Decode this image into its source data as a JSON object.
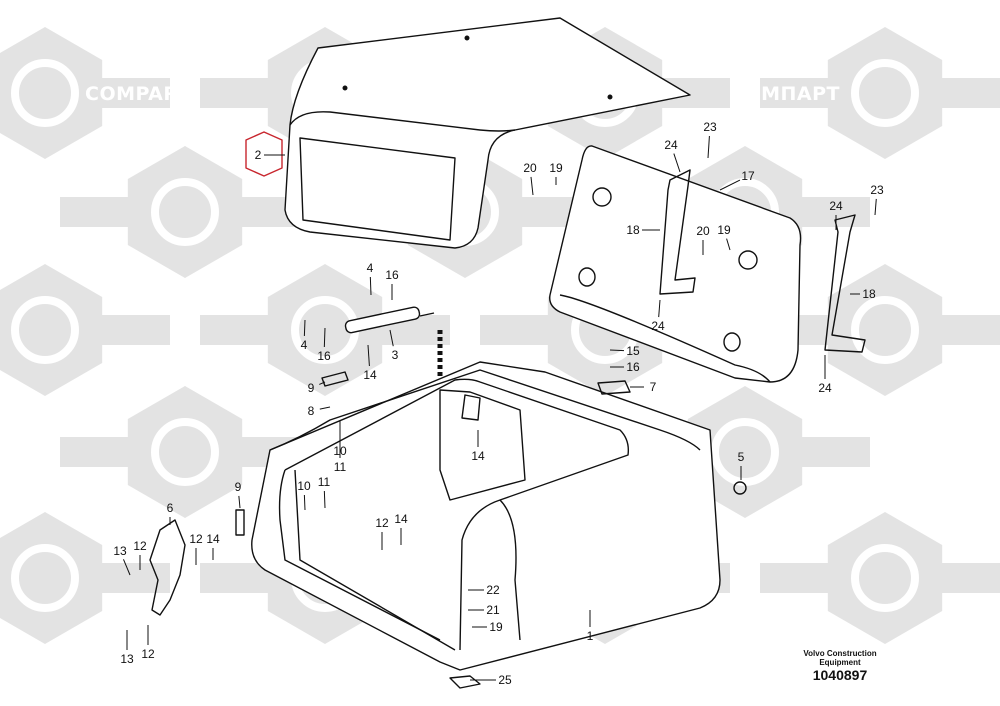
{
  "watermark": {
    "text_ru": "КОМПАРТ",
    "text_en": "COMPART",
    "color": "#e3e3e3"
  },
  "highlight_color": "#c8262e",
  "highlighted_callout": "2",
  "callouts": [
    "23",
    "24",
    "20",
    "19",
    "17",
    "18",
    "20",
    "19",
    "24",
    "23",
    "18",
    "24",
    "24",
    "4",
    "16",
    "4",
    "16",
    "3",
    "14",
    "15",
    "16",
    "7",
    "9",
    "8",
    "10",
    "11",
    "14",
    "5",
    "9",
    "10",
    "11",
    "6",
    "12",
    "14",
    "13",
    "12",
    "12",
    "14",
    "22",
    "21",
    "19",
    "1",
    "13",
    "12",
    "25"
  ],
  "caption": {
    "manufacturer": "Volvo Construction Equipment",
    "drawing_number": "1040897"
  }
}
